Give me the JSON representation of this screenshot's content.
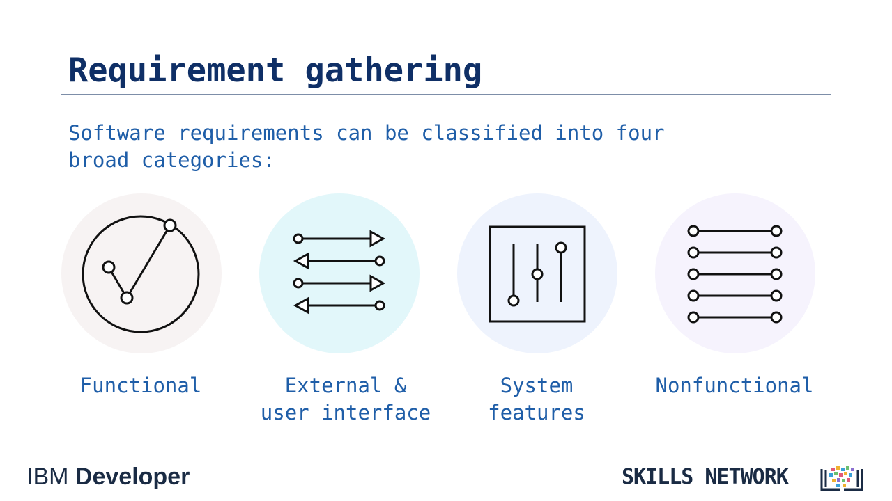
{
  "slide": {
    "title": "Requirement gathering",
    "subtitle_line1": "Software requirements can be classified into four",
    "subtitle_line2": "broad categories:"
  },
  "categories": [
    {
      "icon": "checkmark-circle-icon",
      "line1": "Functional",
      "line2": "",
      "bg": "#f7f3f3"
    },
    {
      "icon": "bidirectional-arrows-icon",
      "line1": "External &",
      "line2": "user interface",
      "bg": "#e2f7fa"
    },
    {
      "icon": "sliders-icon",
      "line1": "System",
      "line2": "features",
      "bg": "#eef3fd"
    },
    {
      "icon": "list-lines-icon",
      "line1": "Nonfunctional",
      "line2": "",
      "bg": "#f6f3fd"
    }
  ],
  "footer": {
    "ibm_word": "IBM",
    "developer_word": "Developer",
    "skills_network": "SKILLS NETWORK"
  },
  "colors": {
    "title": "#0f2f66",
    "text": "#1f5ea8",
    "footer": "#1a2b44"
  }
}
